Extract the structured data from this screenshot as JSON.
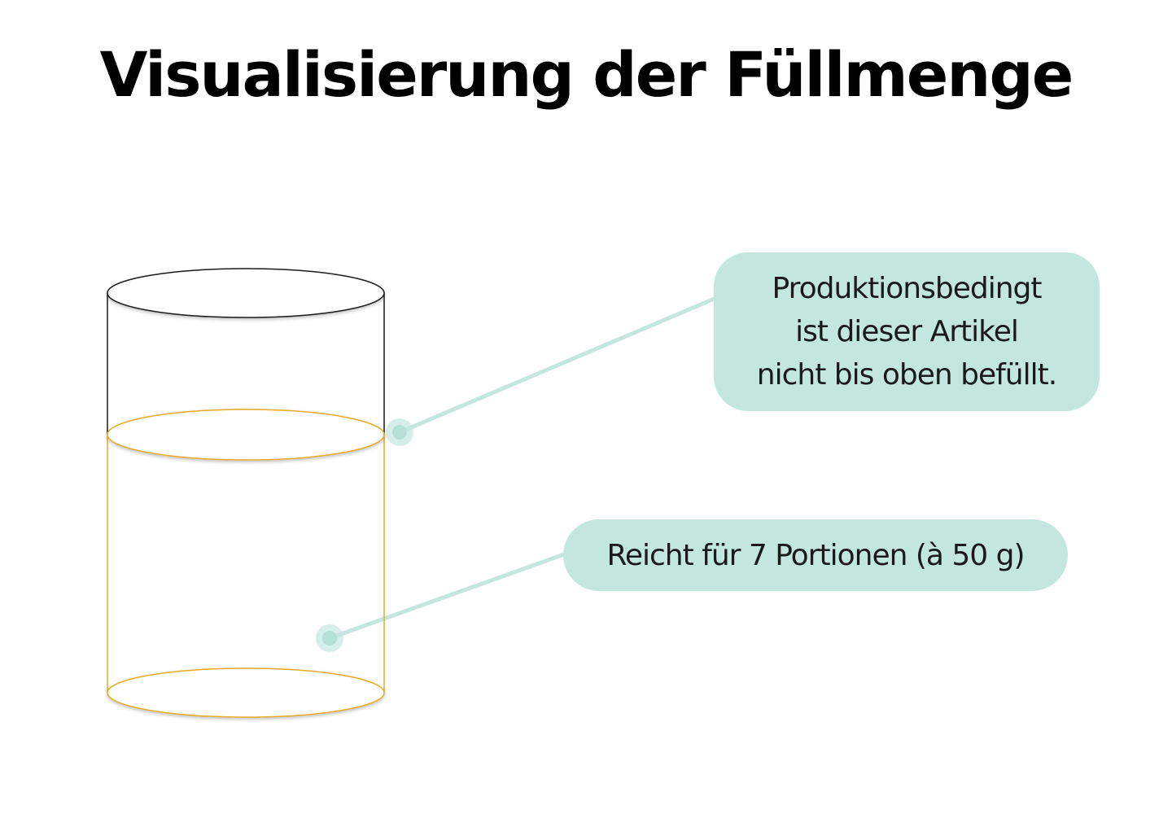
{
  "title": "Visualisierung der Füllmenge",
  "fill_level": 0.66,
  "colors": {
    "container_outline": "#1a1a1a",
    "fill_outline": "#e8a92a",
    "callout_background": "#c3e7df",
    "connector": "#c3e7df"
  },
  "callouts": {
    "fill_note": "Produktionsbedingt\nist dieser Artikel\nnicht bis oben befüllt.",
    "portion_note": "Reicht für 7 Portionen (à 50 g)"
  }
}
